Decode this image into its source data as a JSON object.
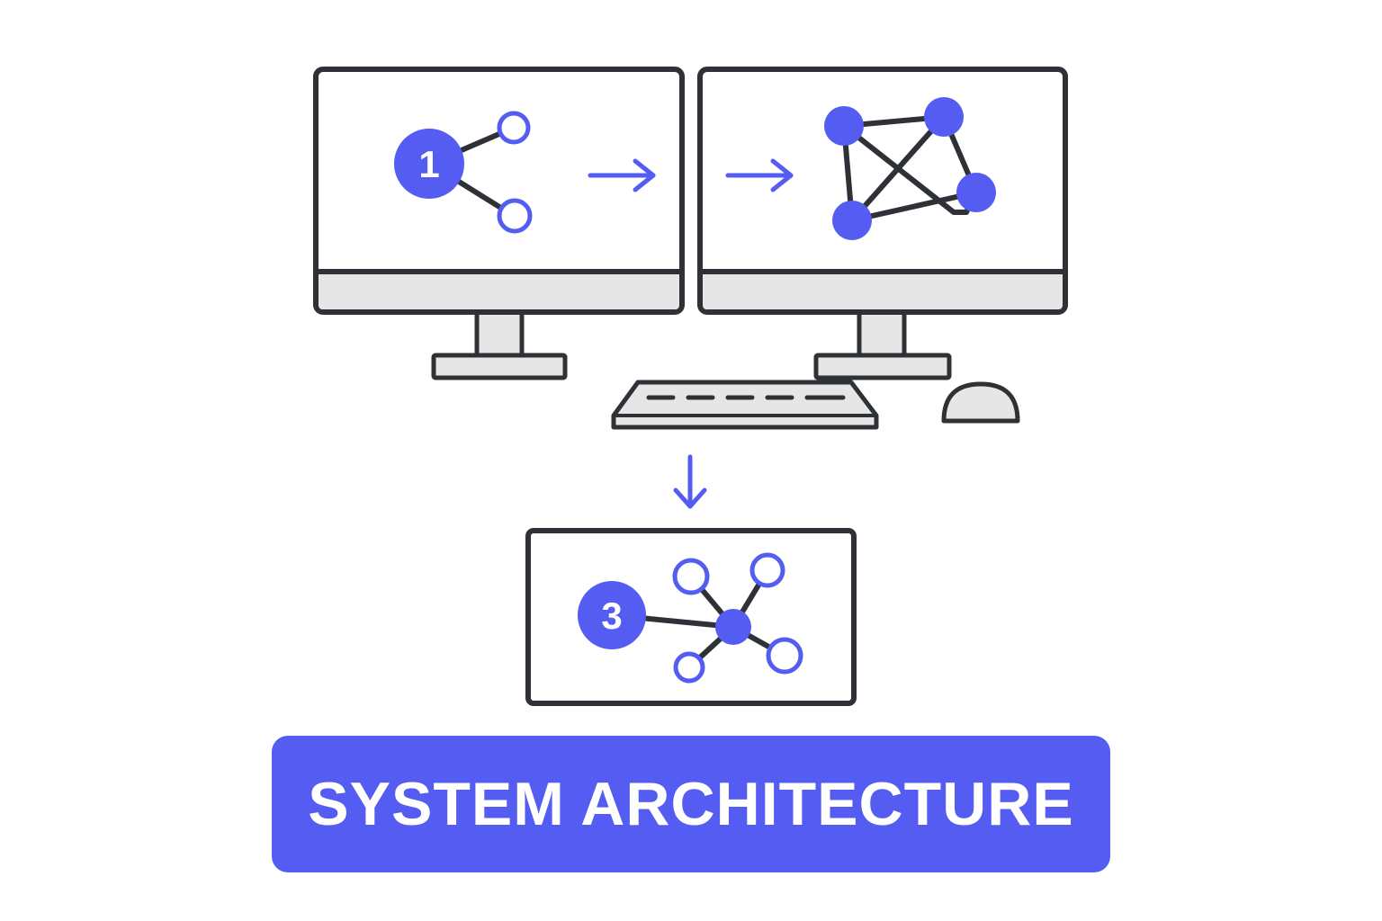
{
  "banner": {
    "title": "SYSTEM ARCHITECTURE"
  },
  "nodes": {
    "step_one": "1",
    "step_three": "3"
  },
  "icons": {
    "left_monitor": "monitor-icon",
    "right_monitor": "monitor-icon",
    "keyboard": "keyboard-icon",
    "mouse": "mouse-icon",
    "bottom_screen": "screen-panel-icon",
    "arrows": "arrow-icon"
  },
  "colors": {
    "accent": "#545cf2",
    "outline": "#2e3236",
    "panel_fill": "#e6e6e6",
    "background": "#ffffff"
  }
}
